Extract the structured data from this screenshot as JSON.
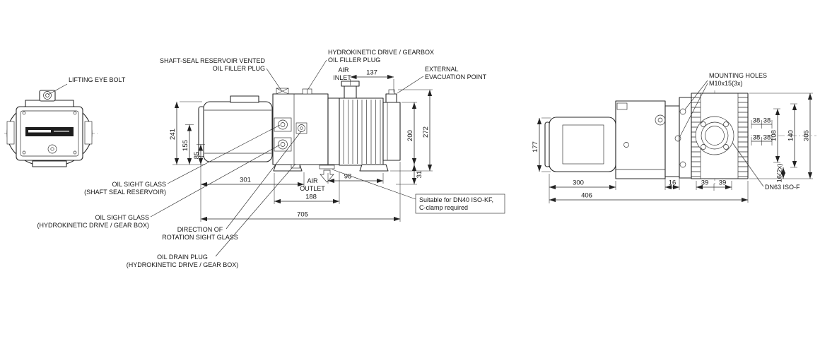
{
  "drawing": {
    "front_view": {
      "lifting_eye_bolt": "LIFTING EYE BOLT"
    },
    "side_view": {
      "callouts": {
        "shaft_seal_1": "SHAFT-SEAL RESERVOIR VENTED",
        "shaft_seal_2": "OIL FILLER PLUG",
        "gearbox_filler_1": "HYDROKINETIC DRIVE / GEARBOX",
        "gearbox_filler_2": "OIL FILLER PLUG",
        "air_inlet_1": "AIR",
        "air_inlet_2": "INLET",
        "evac_1": "EXTERNAL",
        "evac_2": "EVACUATION POINT",
        "sight_shaft_1": "OIL SIGHT GLASS",
        "sight_shaft_2": "(SHAFT SEAL RESERVOIR)",
        "sight_hydro_1": "OIL SIGHT GLASS",
        "sight_hydro_2": "(HYDROKINETIC DRIVE / GEAR BOX)",
        "rotation_1": "DIRECTION OF",
        "rotation_2": "ROTATION SIGHT GLASS",
        "drain_1": "OIL DRAIN PLUG",
        "drain_2": "(HYDROKINETIC DRIVE / GEAR BOX)",
        "air_outlet_1": "AIR",
        "air_outlet_2": "OUTLET",
        "dn40_1": "Suitable for DN40 ISO-KF,",
        "dn40_2": "C-clamp required"
      },
      "dims": {
        "d241": "241",
        "d155": "155",
        "d85": "85",
        "d137": "137",
        "d200": "200",
        "d272": "272",
        "d31": "31",
        "d301": "301",
        "d98": "98",
        "d188": "188",
        "d705": "705"
      }
    },
    "rear_view": {
      "callouts": {
        "mounting_1": "MOUNTING HOLES",
        "mounting_2": "M10x15(3x)",
        "dn63": "DN63 ISO-F"
      },
      "dims": {
        "d177": "177",
        "d38a": "38",
        "d38b": "38",
        "d38c": "38",
        "d38d": "38",
        "d108": "108",
        "d140": "140",
        "d305": "305",
        "d16_2x": "16(2x)",
        "d300": "300",
        "d406": "406",
        "d16": "16",
        "d39a": "39",
        "d39b": "39"
      }
    }
  }
}
